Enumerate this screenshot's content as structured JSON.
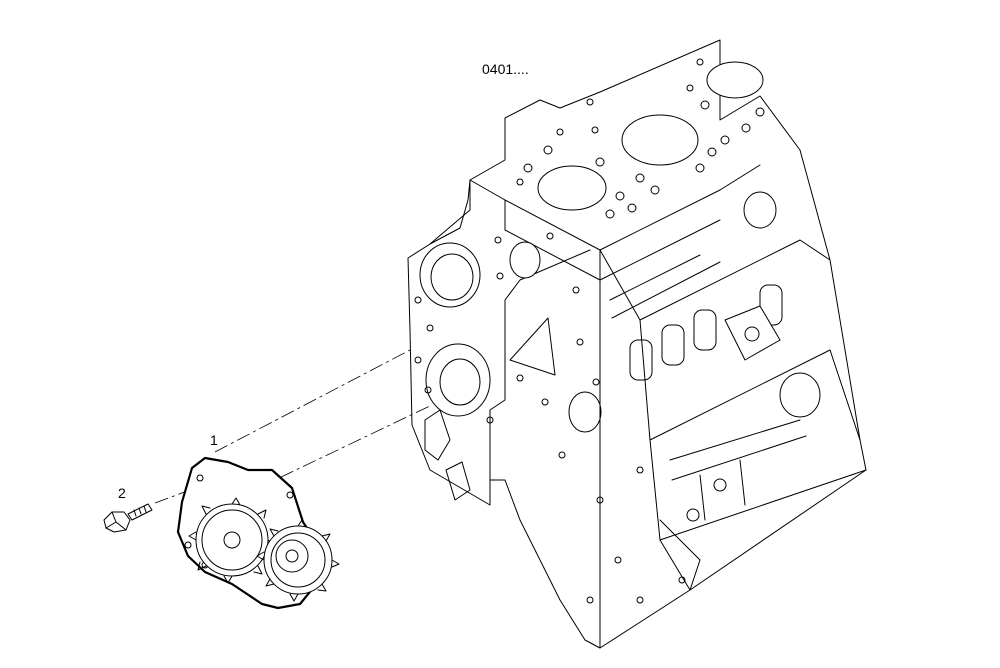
{
  "reference": {
    "text": "0401...."
  },
  "callouts": [
    {
      "id": "1",
      "text": "1"
    },
    {
      "id": "2",
      "text": "2"
    }
  ]
}
